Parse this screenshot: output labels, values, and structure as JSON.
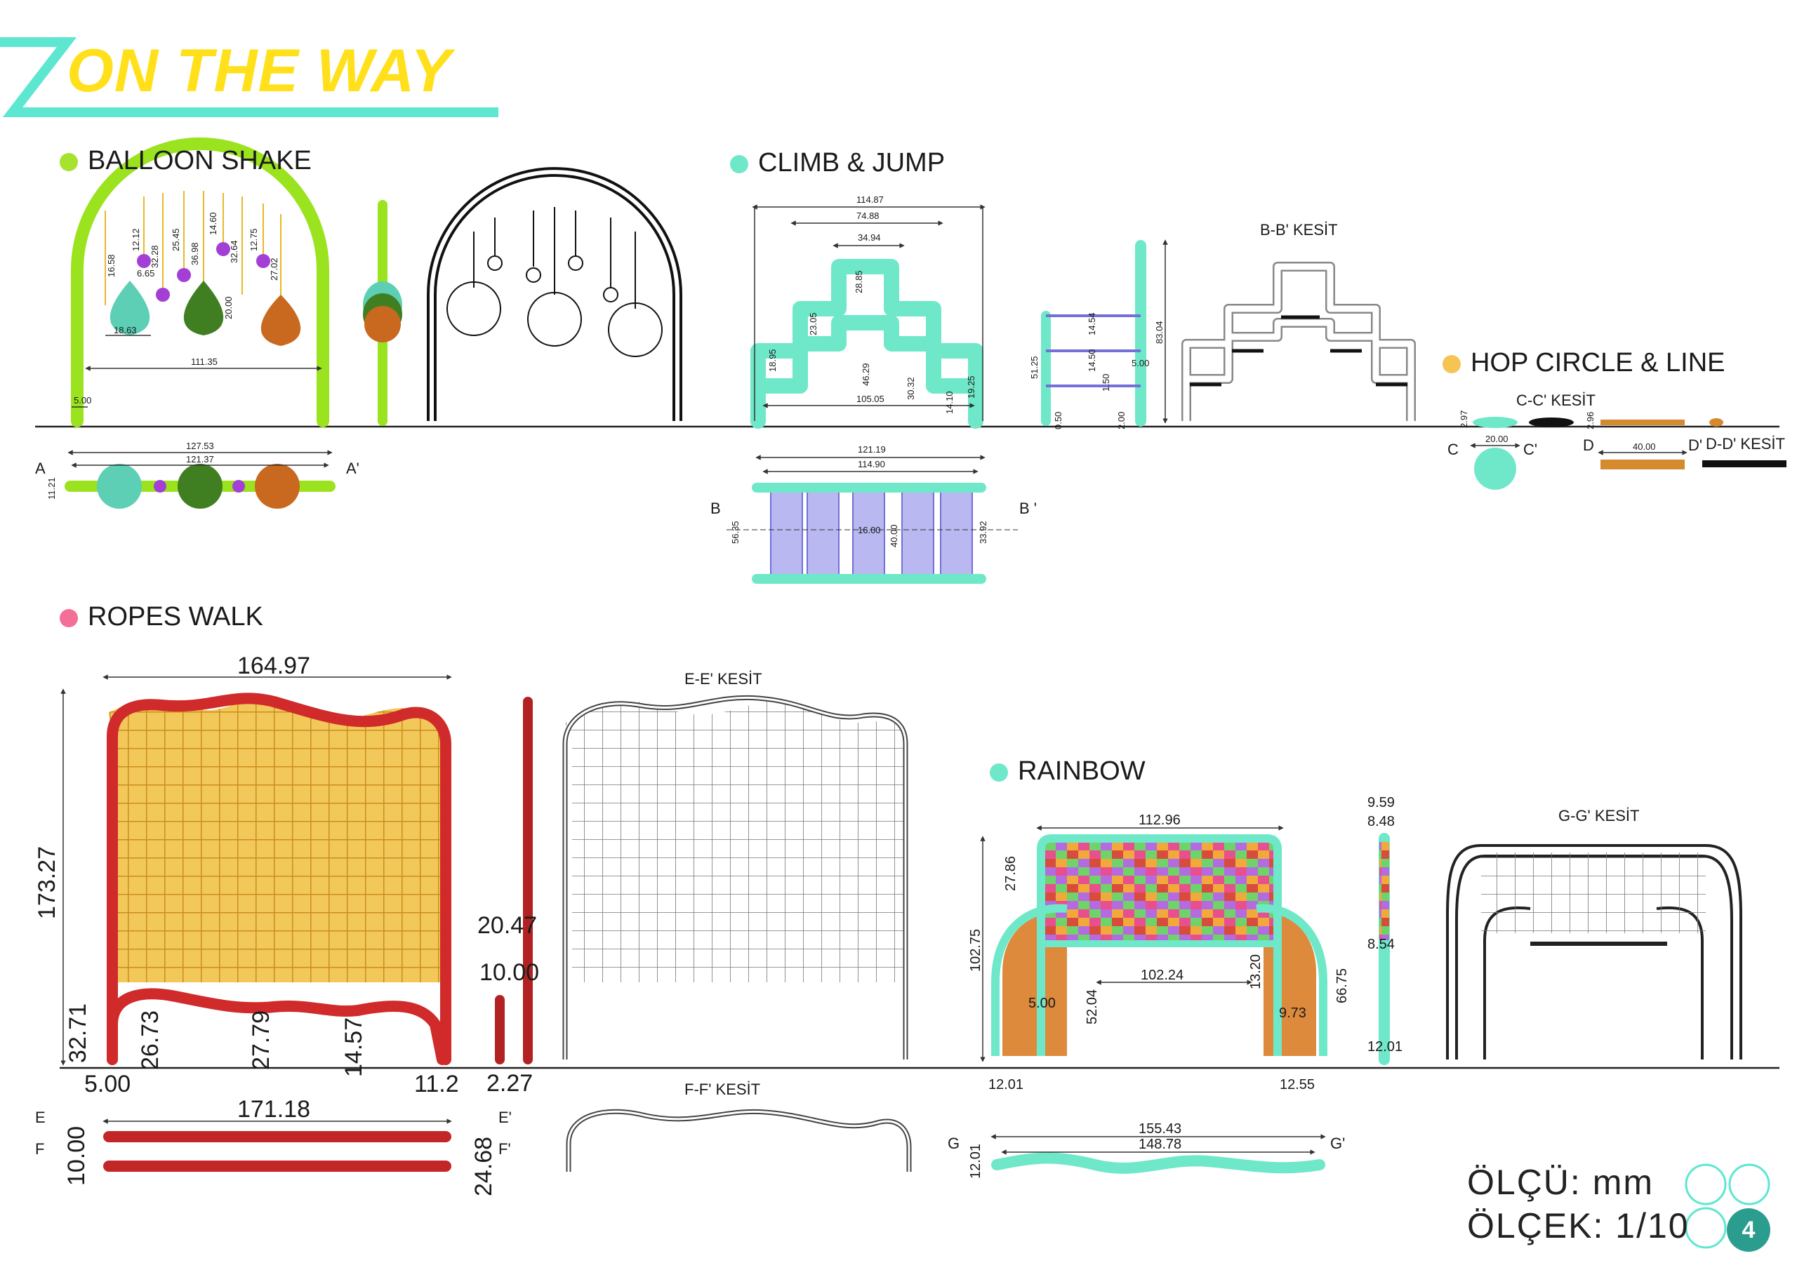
{
  "title": "ON THE WAY",
  "colors": {
    "accent": "#5ee7d0",
    "title_yellow": "#ffe01a",
    "balloon_green": "#9be21f",
    "climb_teal": "#6ee8c8",
    "rope_red": "#d02a2a",
    "rope_net": "#e8b829",
    "hop_orange": "#d68a2e",
    "panel_purple": "#b9b8f0",
    "page_badge": "#2a9d8f"
  },
  "sections": {
    "balloon": {
      "label": "BALLOON SHAKE",
      "dot_color": "#a6e22e"
    },
    "climb": {
      "label": "CLIMB & JUMP",
      "dot_color": "#6ee8c8"
    },
    "hop": {
      "label": "HOP CIRCLE & LINE",
      "dot_color": "#f6c453"
    },
    "ropes": {
      "label": "ROPES WALK",
      "dot_color": "#f46f97"
    },
    "rainbow": {
      "label": "RAINBOW",
      "dot_color": "#6ee8c8"
    }
  },
  "cuts": {
    "bb": "B-B' KESİT",
    "cc": "C-C' KESİT",
    "dd": "D-D' KESİT",
    "ee": "E-E' KESİT",
    "ff": "F-F' KESİT",
    "gg": "G-G' KESİT"
  },
  "markers": {
    "a": "A",
    "a2": "A'",
    "b": "B",
    "b2": "B '",
    "c": "C",
    "c2": "C'",
    "d": "D",
    "d2": "D'",
    "e": "E",
    "e2": "E'",
    "f": "F",
    "f2": "F'",
    "g": "G",
    "g2": "G'"
  },
  "dims": {
    "balloon": {
      "d1": "16.58",
      "d2": "12.12",
      "d3": "32.28",
      "d4": "25.45",
      "d5": "36.98",
      "d6": "14.60",
      "d7": "32.64",
      "d8": "12.75",
      "d9": "27.02",
      "d10": "6.65",
      "d11": "20.00",
      "d12": "18.63",
      "d13": "111.35",
      "d14": "5.00",
      "p1": "127.53",
      "p2": "121.37",
      "p3": "11.21"
    },
    "climb": {
      "w1": "114.87",
      "w2": "74.88",
      "w3": "34.94",
      "h1": "28.85",
      "h2": "23.05",
      "h3": "18.95",
      "h4": "46.29",
      "h5": "30.32",
      "h6": "14.10",
      "h7": "19.25",
      "w4": "105.05",
      "s1": "51.25",
      "s2": "14.54",
      "s3": "14.50",
      "s4": "1.50",
      "s5": "5.00",
      "s6": "83.04",
      "s7": "0.50",
      "s8": "2.00",
      "p1": "121.19",
      "p2": "114.90",
      "p3": "16.00",
      "p4": "40.00",
      "p5": "56.35",
      "p6": "33.92"
    },
    "hop": {
      "h1": "2.97",
      "w1": "20.00",
      "h2": "2.96",
      "w2": "40.00"
    },
    "ropes": {
      "w1": "164.97",
      "h1": "173.27",
      "h2": "32.71",
      "h3": "26.73",
      "h4": "27.79",
      "h5": "14.57",
      "b1": "5.00",
      "b2": "11.2",
      "s1": "20.47",
      "s2": "10.00",
      "s3": "2.27",
      "p1": "171.18",
      "p2": "10.00",
      "p3": "24.68"
    },
    "rainbow": {
      "w1": "112.96",
      "h1": "27.86",
      "h2": "102.75",
      "w2": "102.24",
      "h3": "13.20",
      "h4": "66.75",
      "b1": "5.00",
      "h5": "52.04",
      "b2": "9.73",
      "b3": "12.01",
      "b4": "12.55",
      "s1": "9.59",
      "s2": "8.48",
      "s3": "8.54",
      "s4": "12.01",
      "p1": "155.43",
      "p2": "148.78",
      "p3": "12.01"
    }
  },
  "footer": {
    "unit": "ÖLÇÜ: mm",
    "scale": "ÖLÇEK: 1/10",
    "page": "4"
  }
}
